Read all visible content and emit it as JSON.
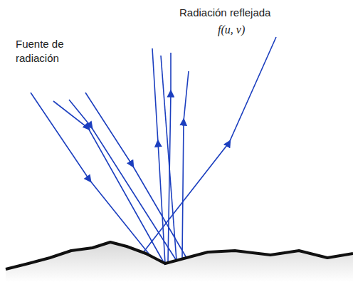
{
  "diagram": {
    "labels": [
      "Fuente de radiación",
      "Radiación reflejada",
      "f(u, v)"
    ]
  }
}
